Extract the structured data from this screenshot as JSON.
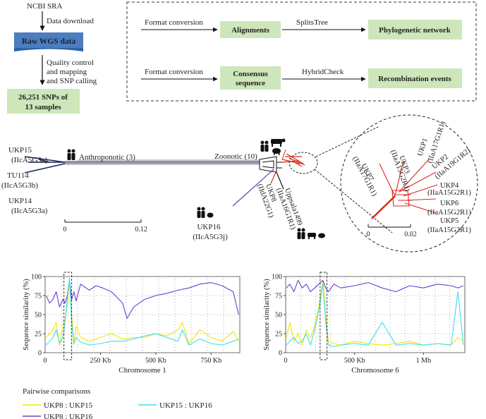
{
  "workflow": {
    "source": "NCBI SRA",
    "step1": "Data download",
    "raw": "Raw WGS data",
    "step2": [
      "Quality control",
      "and mapping",
      "and SNP calling"
    ],
    "snps": [
      "26,251 SNPs of",
      "13 samples"
    ],
    "row1": {
      "label": "Format conversion",
      "box": "Alignments",
      "tool": "SplitsTree",
      "result": "Phylogenetic network"
    },
    "row2": {
      "label": "Format conversion",
      "box": [
        "Consensus",
        "sequence"
      ],
      "tool": "HybridCheck",
      "result": "Recombination events"
    },
    "colors": {
      "box_green": "#cde6ba",
      "raw_blue": "#4b7ec0",
      "tree_navy": "#1c2350",
      "tree_red": "#d9281c"
    }
  },
  "network": {
    "anthroponotic": "Anthroponotic  (3)",
    "zoonotic": "Zoonotic (10)",
    "left_tips": [
      {
        "name": "UKP15",
        "sub": "(IIcA5G3a)"
      },
      {
        "name": "TU114",
        "sub": "(IIcA5G3b)"
      },
      {
        "name": "UKP14",
        "sub": "(IIcA5G3a)"
      }
    ],
    "mid_tips": [
      {
        "name": "UKP16",
        "sub": "(IIcA5G3j)"
      },
      {
        "name": "UKP8",
        "sub": "(IIdA22G1)"
      },
      {
        "name": "Uppsala1499",
        "sub": "(IIaA16G1R1)"
      }
    ],
    "zoom_tips": [
      {
        "name": "UKP7",
        "sub": "(IIaA17G1R1)"
      },
      {
        "name": "UKP3",
        "sub": "(IIaA15G2R1)"
      },
      {
        "name": "UKP1",
        "sub": "(IIaA17G1R1)"
      },
      {
        "name": "UKP2",
        "sub": "(IIaA19G1R2)"
      },
      {
        "name": "UKP4",
        "sub": "(IIaA15G2R1)"
      },
      {
        "name": "UKP6",
        "sub": "(IIaA15G2R1)"
      },
      {
        "name": "UKP5",
        "sub": "(IIaA15G2R1)"
      }
    ],
    "scale_main": [
      "0",
      "0.12"
    ],
    "scale_zoom": [
      "0",
      "0.02"
    ],
    "icons": [
      "people-icon",
      "cow-icon",
      "sheep-icon",
      "rodent-icon"
    ]
  },
  "chart_data": [
    {
      "type": "line",
      "xlabel": "Chromosome 1",
      "ylabel": "Sequence similarity (%)",
      "xlim": [
        0,
        880
      ],
      "ylim": [
        0,
        100
      ],
      "xticks": [
        {
          "value": 250,
          "label": "250 Kb"
        },
        {
          "value": 500,
          "label": "500 Kb"
        },
        {
          "value": 750,
          "label": "750 Kb"
        }
      ],
      "yticks": [
        0,
        25,
        50,
        75,
        100
      ],
      "highlight": [
        85,
        120
      ],
      "series": [
        {
          "name": "UKP8 : UKP15",
          "color": "#f2e600",
          "x": [
            5,
            20,
            35,
            50,
            65,
            80,
            90,
            100,
            110,
            120,
            130,
            140,
            160,
            200,
            250,
            300,
            350,
            400,
            450,
            500,
            550,
            600,
            620,
            650,
            700,
            750,
            800,
            850,
            875
          ],
          "y": [
            20,
            25,
            30,
            40,
            10,
            35,
            45,
            60,
            95,
            50,
            10,
            35,
            20,
            15,
            20,
            25,
            18,
            20,
            20,
            25,
            22,
            30,
            40,
            12,
            30,
            20,
            15,
            28,
            15
          ]
        },
        {
          "name": "UKP8 : UKP16",
          "color": "#6a3fd0",
          "x": [
            5,
            20,
            35,
            50,
            65,
            80,
            90,
            100,
            110,
            120,
            130,
            140,
            160,
            200,
            230,
            260,
            300,
            350,
            370,
            400,
            450,
            500,
            550,
            600,
            650,
            700,
            750,
            800,
            850,
            875
          ],
          "y": [
            75,
            65,
            70,
            80,
            60,
            70,
            65,
            75,
            95,
            70,
            80,
            68,
            90,
            82,
            88,
            85,
            80,
            65,
            45,
            60,
            70,
            75,
            78,
            82,
            85,
            90,
            92,
            88,
            80,
            50
          ]
        },
        {
          "name": "UKP15 : UKP16",
          "color": "#3ee0e8",
          "x": [
            5,
            20,
            35,
            50,
            65,
            80,
            90,
            100,
            110,
            120,
            130,
            140,
            160,
            200,
            250,
            300,
            350,
            400,
            450,
            500,
            550,
            600,
            620,
            650,
            700,
            750,
            800,
            850,
            875
          ],
          "y": [
            10,
            15,
            20,
            30,
            12,
            20,
            40,
            70,
            98,
            40,
            12,
            20,
            14,
            10,
            12,
            15,
            15,
            18,
            22,
            25,
            20,
            15,
            30,
            10,
            18,
            12,
            10,
            15,
            18
          ]
        }
      ]
    },
    {
      "type": "line",
      "xlabel": "Chromosome 6",
      "ylabel": "Sequence similarity (%)",
      "xlim": [
        0,
        1300
      ],
      "ylim": [
        0,
        100
      ],
      "xticks": [
        {
          "value": 500,
          "label": "500 Kb"
        },
        {
          "value": 1000,
          "label": "1 Mb"
        }
      ],
      "yticks": [
        0,
        25,
        50,
        75,
        100
      ],
      "highlight": [
        250,
        300
      ],
      "series": [
        {
          "name": "UKP8 : UKP15",
          "color": "#f2e600",
          "x": [
            5,
            30,
            60,
            90,
            120,
            150,
            180,
            210,
            240,
            270,
            290,
            310,
            350,
            400,
            500,
            600,
            700,
            800,
            900,
            1000,
            1100,
            1200,
            1250,
            1290
          ],
          "y": [
            20,
            40,
            15,
            25,
            10,
            30,
            20,
            35,
            60,
            95,
            50,
            15,
            12,
            10,
            15,
            12,
            10,
            12,
            15,
            10,
            12,
            10,
            20,
            15
          ]
        },
        {
          "name": "UKP8 : UKP16",
          "color": "#6a3fd0",
          "x": [
            5,
            30,
            60,
            90,
            120,
            150,
            180,
            210,
            240,
            270,
            290,
            310,
            350,
            400,
            500,
            600,
            700,
            800,
            900,
            1000,
            1100,
            1200,
            1250,
            1290
          ],
          "y": [
            85,
            90,
            80,
            95,
            85,
            90,
            80,
            85,
            90,
            95,
            85,
            80,
            90,
            85,
            88,
            92,
            85,
            80,
            88,
            85,
            90,
            88,
            85,
            88
          ]
        },
        {
          "name": "UKP15 : UKP16",
          "color": "#3ee0e8",
          "x": [
            5,
            30,
            60,
            90,
            120,
            150,
            180,
            210,
            240,
            270,
            290,
            310,
            350,
            400,
            500,
            600,
            700,
            800,
            900,
            1000,
            1100,
            1200,
            1250,
            1290
          ],
          "y": [
            10,
            15,
            20,
            12,
            15,
            25,
            10,
            30,
            55,
            90,
            40,
            10,
            8,
            10,
            12,
            10,
            40,
            10,
            12,
            10,
            12,
            10,
            80,
            10
          ]
        }
      ]
    }
  ],
  "legend": {
    "title": "Pairwise comparisons",
    "items": [
      {
        "label": "UKP8 : UKP15",
        "color": "#f2e600"
      },
      {
        "label": "UKP8 : UKP16",
        "color": "#6a3fd0"
      },
      {
        "label": "UKP15 : UKP16",
        "color": "#3ee0e8"
      }
    ]
  }
}
